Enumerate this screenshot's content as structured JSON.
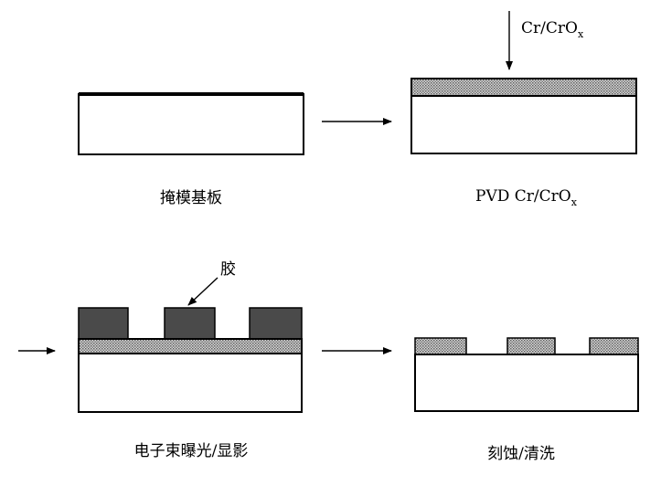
{
  "steps": {
    "step1": {
      "caption": "掩模基板"
    },
    "step2": {
      "caption_prefix": "PVD Cr/CrO",
      "caption_sub": "x",
      "arrow_label_prefix": "Cr/CrO",
      "arrow_label_sub": "x"
    },
    "step3": {
      "caption": "电子束曝光/显影",
      "arrow_label": "胶"
    },
    "step4": {
      "caption": "刻蚀/清洗"
    }
  },
  "colors": {
    "substrate": "#ffffff",
    "outline": "#000000",
    "cr_layer_pattern": "#9a9a9a",
    "resist": "#4a4a4a"
  }
}
